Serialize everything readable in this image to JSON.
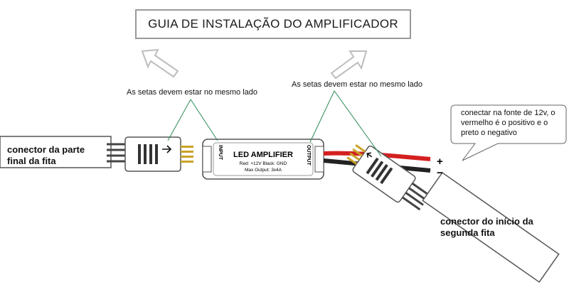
{
  "title": "GUIA DE INSTALAÇÃO DO AMPLIFICADOR",
  "arrow_note_left": "As setas devem estar no mesmo lado",
  "arrow_note_right": "As setas devem estar no mesmo lado",
  "callout": {
    "line1": "conectar na fonte de 12v, o",
    "line2": "vermelho é o positivo e o",
    "line3": "preto o negativo"
  },
  "left_connector_label": {
    "line1": "conector da parte",
    "line2": "final da fita"
  },
  "right_connector_label": {
    "line1": "conector do início da",
    "line2": "segunda fita"
  },
  "amplifier": {
    "name": "LED AMPLIFIER",
    "spec1": "Red: +12V   Black: GND",
    "spec2": "Max Output: 3x4A",
    "input_label": "INPUT",
    "output_label": "OUTPUT"
  },
  "polarity": {
    "plus": "+",
    "minus": "−"
  },
  "colors": {
    "red_wire": "#d42020",
    "black_wire": "#222222",
    "outline": "#555555",
    "guide_line": "#2e8b57"
  }
}
